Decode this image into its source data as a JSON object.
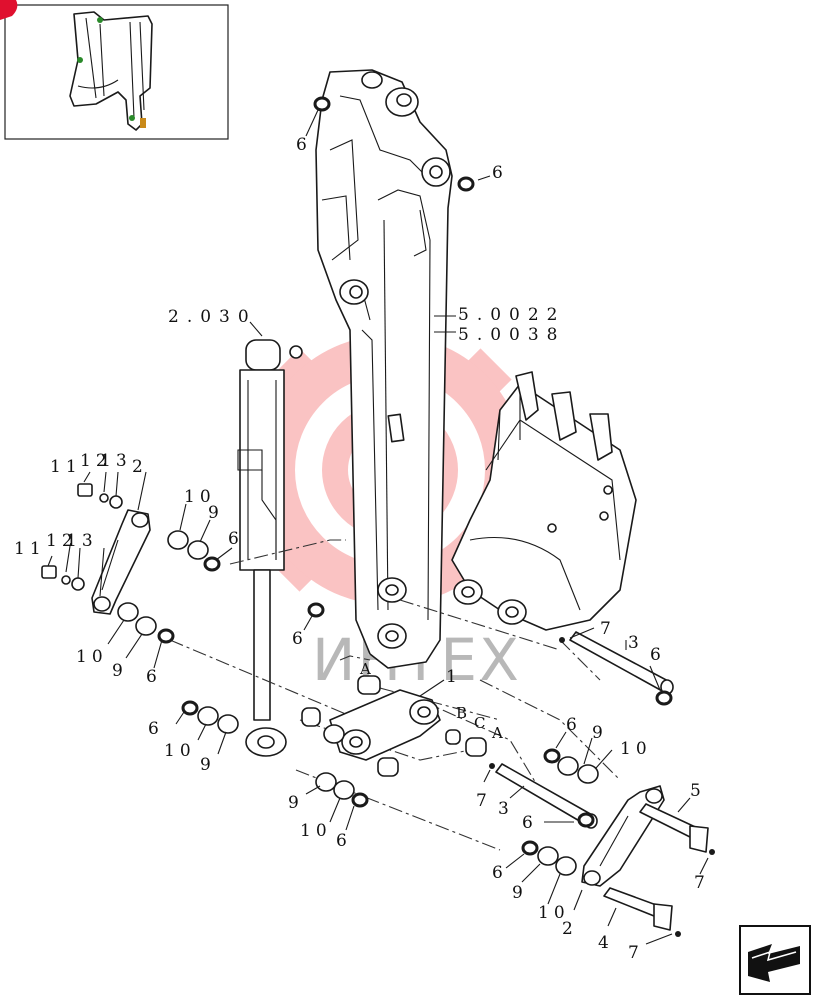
{
  "thumbnail": {
    "icon": "excavator-arm-thumbnail-icon",
    "badge_color": "#e0102f"
  },
  "references": {
    "cylinder": "2.030",
    "boom_a": "5.0022",
    "boom_b": "5.0038"
  },
  "watermark": {
    "text": "ИНТЕХ",
    "color": "#ee2a2a"
  },
  "connection_letters": {
    "a_top": "A",
    "b": "B",
    "c": "C",
    "a_right": "A"
  },
  "callouts": {
    "top_left_6": "6",
    "top_right_6": "6",
    "left_11_a": "11",
    "left_12_a": "12",
    "left_13_a": "13",
    "left_2_a": "2",
    "left_10_a": "10",
    "left_9_a": "9",
    "left_6_a": "6",
    "left_11_b": "11",
    "left_12_b": "12",
    "left_13_b": "13",
    "left_10_b": "10",
    "left_9_b": "9",
    "left_6_b": "6",
    "mid_6": "6",
    "link_1": "1",
    "low_6": "6",
    "low_10": "10",
    "low_9": "9",
    "bot_9": "9",
    "bot_10": "10",
    "bot_6": "6",
    "pin_7_top": "7",
    "pin_3_top": "3",
    "pin_6_top": "6",
    "right_6": "6",
    "right_9": "9",
    "right_10": "10",
    "pin_7_mid": "7",
    "pin_3_mid": "3",
    "pin_6_mid": "6",
    "pin_5": "5",
    "pin_7_r": "7",
    "br_6": "6",
    "br_9": "9",
    "br_10": "10",
    "br_2": "2",
    "pin_4": "4",
    "pin_7_b": "7"
  },
  "nav": {
    "icon": "next-page-arrow-icon"
  }
}
